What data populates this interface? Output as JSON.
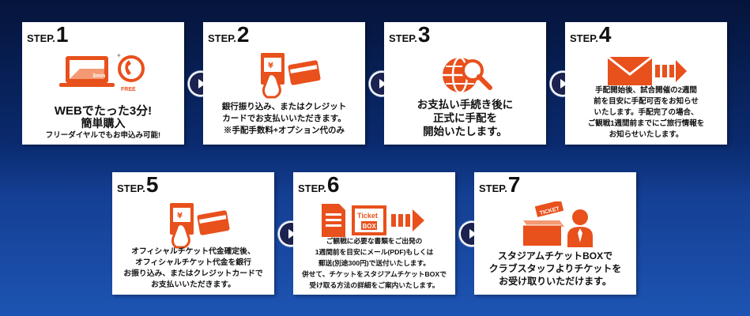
{
  "steps": [
    {
      "label": "STEP.",
      "number": "1",
      "line1": "WEBでたった3分!",
      "line2": "簡単購入",
      "line3": "フリーダイヤルでもお申込み可能!",
      "icon_text_min": "3min",
      "icon_text_free": "FREE"
    },
    {
      "label": "STEP.",
      "number": "2",
      "lines": [
        "銀行振り込み、またはクレジット",
        "カードでお支払いいただきます。",
        "※手配手数料+オプション代のみ"
      ]
    },
    {
      "label": "STEP.",
      "number": "3",
      "lines": [
        "お支払い手続き後に",
        "正式に手配を",
        "開始いたします。"
      ]
    },
    {
      "label": "STEP.",
      "number": "4",
      "lines": [
        "手配開始後、試合開催の2週間",
        "前を目安に手配可否をお知らせ",
        "いたします。手配完了の場合、",
        "ご観戦1週間前までにご旅行情報を",
        "お知らせいたします。"
      ]
    },
    {
      "label": "STEP.",
      "number": "5",
      "lines": [
        "オフィシャルチケット代金確定後、",
        "オフィシャルチケット代金を銀行",
        "お振り込み、またはクレジットカードで",
        "お支払いいただきます。"
      ]
    },
    {
      "label": "STEP.",
      "number": "6",
      "lines": [
        "ご観戦に必要な書類をご出発の",
        "1週間前を目安にメール(PDF)もしくは",
        "郵送(別途300円)で送付いたします。",
        "併せて、チケットをスタジアムチケットBOXで",
        "受け取る方法の詳細をご案内いたします。"
      ],
      "icon_text_ticket": "Ticket",
      "icon_text_box": "BOX"
    },
    {
      "label": "STEP.",
      "number": "7",
      "lines": [
        "スタジアムチケットBOXで",
        "クラブスタッフよりチケットを",
        "お受け取りいただけます。"
      ],
      "icon_text_ticket": "TICKET"
    }
  ],
  "colors": {
    "accent": "#e8501c",
    "card": "#ffffff",
    "arrow": "#1c2350",
    "background_top": "#05143a",
    "background_bottom": "#1d54b3"
  },
  "icons": [
    "laptop-icon",
    "phone-icon",
    "atm-card-icon",
    "globe-search-icon",
    "envelope-icon",
    "document-ticket-icon",
    "ticket-box-person-icon",
    "next-arrow-icon"
  ]
}
